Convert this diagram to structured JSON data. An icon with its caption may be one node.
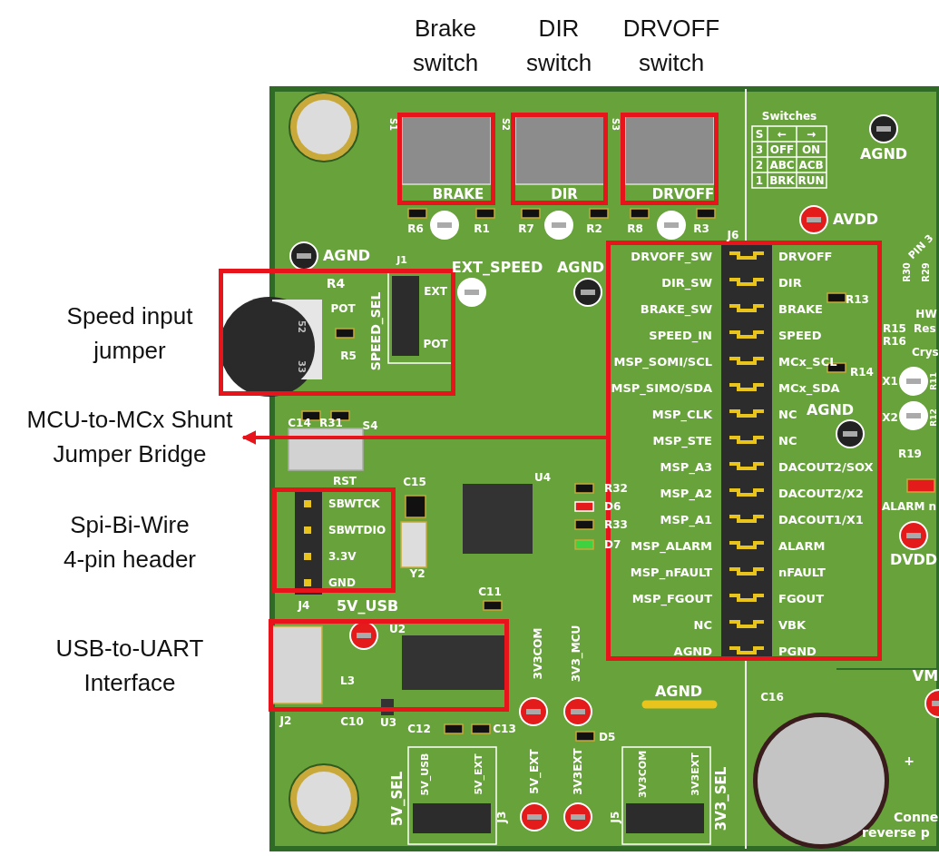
{
  "diagram": {
    "nodes": [
      {
        "text": [],
        "shape": "box",
        "beside": [
          "Brake switch"
        ]
      },
      {
        "text": [],
        "shape": "box",
        "beside": [
          "DIR switch"
        ]
      },
      {
        "text": [],
        "shape": "box",
        "beside": [
          "DRVOFF switch"
        ]
      },
      {
        "text": [],
        "shape": "box",
        "beside": [
          "Speed input jumper"
        ]
      },
      {
        "text": [],
        "shape": "box"
      },
      {
        "text": [
          "MCU-to-MCx Shunt Jumper Bridge"
        ]
      },
      {
        "text": [],
        "shape": "box",
        "beside": [
          "Spi-Bi-Wire 4-pin header"
        ]
      },
      {
        "text": [],
        "shape": "box",
        "beside": [
          "USB-to-UART Interface"
        ]
      }
    ],
    "edges": [
      {
        "from": 4,
        "to": 5,
        "arrow": "to"
      }
    ],
    "labels": [
      "S1",
      "BRAKE",
      "S2",
      "DIR",
      "S3",
      "DRVOFF",
      "R6",
      "R1",
      "R7",
      "R2",
      "R8",
      "R3",
      "Switches",
      "S",
      "←",
      "→",
      "3",
      "OFF",
      "ON",
      "2",
      "ABC",
      "ACB",
      "1",
      "BRK",
      "RUN",
      "AGND",
      "AVDD",
      "PIN 3",
      "R30",
      "R29",
      "AGND",
      "EXT_SPEED",
      "AGND",
      "J6",
      "J1",
      "R4",
      "POT",
      "52",
      "33",
      "SPEED_SEL",
      "EXT",
      "POT",
      "R5",
      "DRVOFF_SW",
      "DRVOFF",
      "DIR_SW",
      "DIR",
      "BRAKE_SW",
      "BRAKE",
      "SPEED_IN",
      "SPEED",
      "MSP_SOMI/SCL",
      "MCx_SCL",
      "MSP_SIMO/SDA",
      "MCx_SDA",
      "MSP_CLK",
      "NC",
      "MSP_STE",
      "NC",
      "MSP_A3",
      "DACOUT2/SOX",
      "MSP_A2",
      "DACOUT2/X2",
      "MSP_A1",
      "DACOUT1/X1",
      "MSP_ALARM",
      "ALARM",
      "MSP_nFAULT",
      "nFAULT",
      "MSP_FGOUT",
      "FGOUT",
      "NC",
      "VBK",
      "AGND",
      "PGND",
      "R13",
      "R15",
      "R16",
      "R14",
      "HW",
      "Res",
      "Crys",
      "X1",
      "R11",
      "X2",
      "R12",
      "AGND",
      "R19",
      "ALARM n",
      "DVDD",
      "C14",
      "R31",
      "S4",
      "RST",
      "C15",
      "SBWTCK",
      "SBWTDIO",
      "3.3V",
      "GND",
      "U4",
      "R32",
      "D6",
      "R33",
      "D7",
      "Y2",
      "C11",
      "J4",
      "5V_USB",
      "U2",
      "L3",
      "J2",
      "C10",
      "U3",
      "C12",
      "C13",
      "3V3COM",
      "3V3_MCU",
      "AGND",
      "VM",
      "C16",
      "D5",
      "+",
      "5V_SEL",
      "5V_USB",
      "5V_EXT",
      "J3",
      "5V_EXT",
      "3V3EXT",
      "J5",
      "3V3COM",
      "3V3EXT",
      "3V3_SEL",
      "Conne",
      "reverse p"
    ]
  }
}
